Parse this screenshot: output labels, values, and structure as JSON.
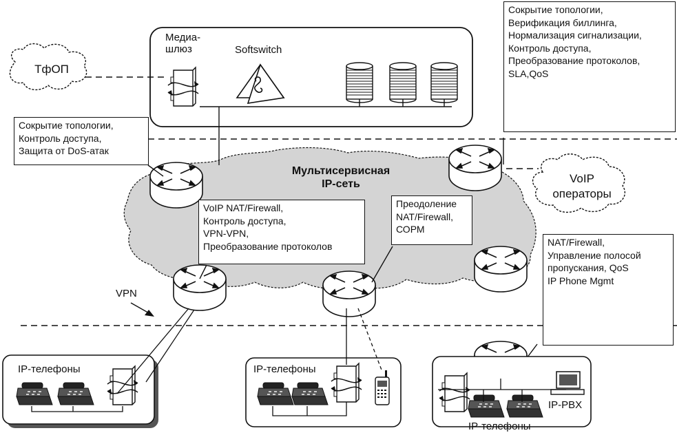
{
  "network": {
    "title_line1": "Мультисервисная",
    "title_line2": "IP-сеть"
  },
  "top_block": {
    "media_gateway": "Медиа-\nшлюз",
    "softswitch": "Softswitch"
  },
  "clouds": {
    "pstn": "ТфОП",
    "voip_ops_line1": "VoIP",
    "voip_ops_line2": "операторы"
  },
  "callouts": {
    "top_right": [
      "Сокрытие топологии,",
      "Верификация биллинга,",
      "Нормализация сигнализации,",
      "Контроль доступа,",
      "Преобразование протоколов,",
      "SLA,QoS"
    ],
    "left": [
      "Сокрытие топологии,",
      "Контроль доступа,",
      "Защита от DoS-атак"
    ],
    "center_left": [
      "VoIP NAT/Firewall,",
      "Контроль доступа,",
      "VPN-VPN,",
      "Преобразование протоколов"
    ],
    "center": [
      "Преодоление",
      "NAT/Firewall,",
      "СОРМ"
    ],
    "right": [
      "NAT/Firewall,",
      "Управление полосой",
      "пропускания, QoS",
      "IP Phone Mgmt"
    ]
  },
  "labels": {
    "vpn": "VPN",
    "site_left": "IP-телефоны",
    "site_mid": "IP-телефоны",
    "site_right": "IP-телефоны",
    "ip_pbx": "IP-PBX"
  },
  "icons": {
    "router": "router-icon",
    "server": "server-stack-icon",
    "gateway": "media-gateway-icon",
    "phone": "ip-phone-icon",
    "softswitch": "softswitch-icon",
    "mobile": "mobile-phone-icon",
    "pc": "pc-icon"
  }
}
